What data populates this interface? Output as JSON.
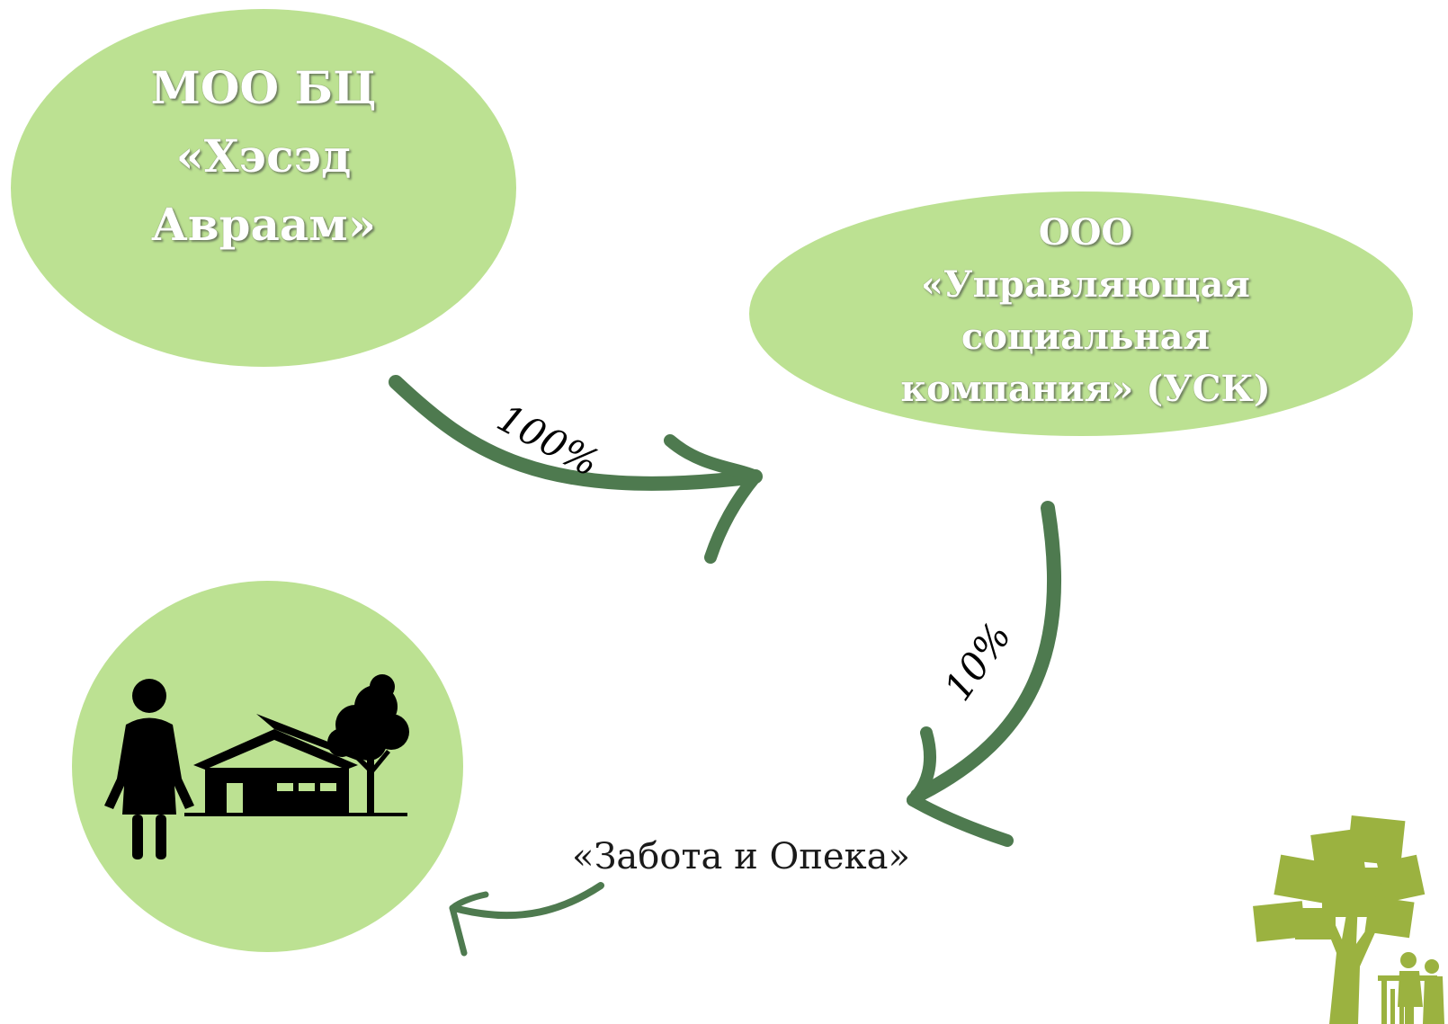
{
  "nodes": {
    "hesed": "МОО БЦ «Хэсэд Авраам»",
    "usk": "ООО «Управляющая социальная компания» (УСК)",
    "care": "«Забота и Опека»"
  },
  "edges": {
    "hesed_to_usk": "100%",
    "usk_to_care": "10%"
  },
  "icons": {
    "care_circle": "caregiver-house-tree-icon",
    "corner": "tree-bench-icon"
  },
  "colors": {
    "node_fill": "#bce192",
    "arrow": "#4e7a4f",
    "corner_tree": "#9bb240"
  }
}
